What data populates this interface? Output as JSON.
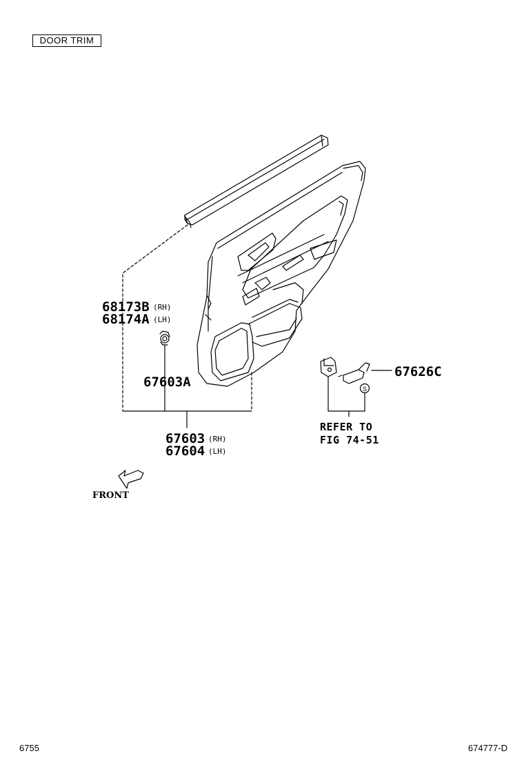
{
  "section_title": "DOOR TRIM",
  "labels": {
    "weatherstrip": {
      "part_rh": "68173B",
      "side_rh": "(RH)",
      "part_lh": "68174A",
      "side_lh": "(LH)"
    },
    "clip": {
      "part": "67603A"
    },
    "trim_board": {
      "part_rh": "67603",
      "side_rh": "(RH)",
      "part_lh": "67604",
      "side_lh": "(LH)"
    },
    "handle": {
      "part": "67626C"
    },
    "refer": {
      "line1": "REFER TO",
      "line2": "FIG 74-51"
    },
    "s_marker": "S"
  },
  "front_label": "FRONT",
  "footer": {
    "page_left": "6755",
    "code_right": "674777-D"
  },
  "colors": {
    "ink": "#000000",
    "background": "#ffffff"
  }
}
